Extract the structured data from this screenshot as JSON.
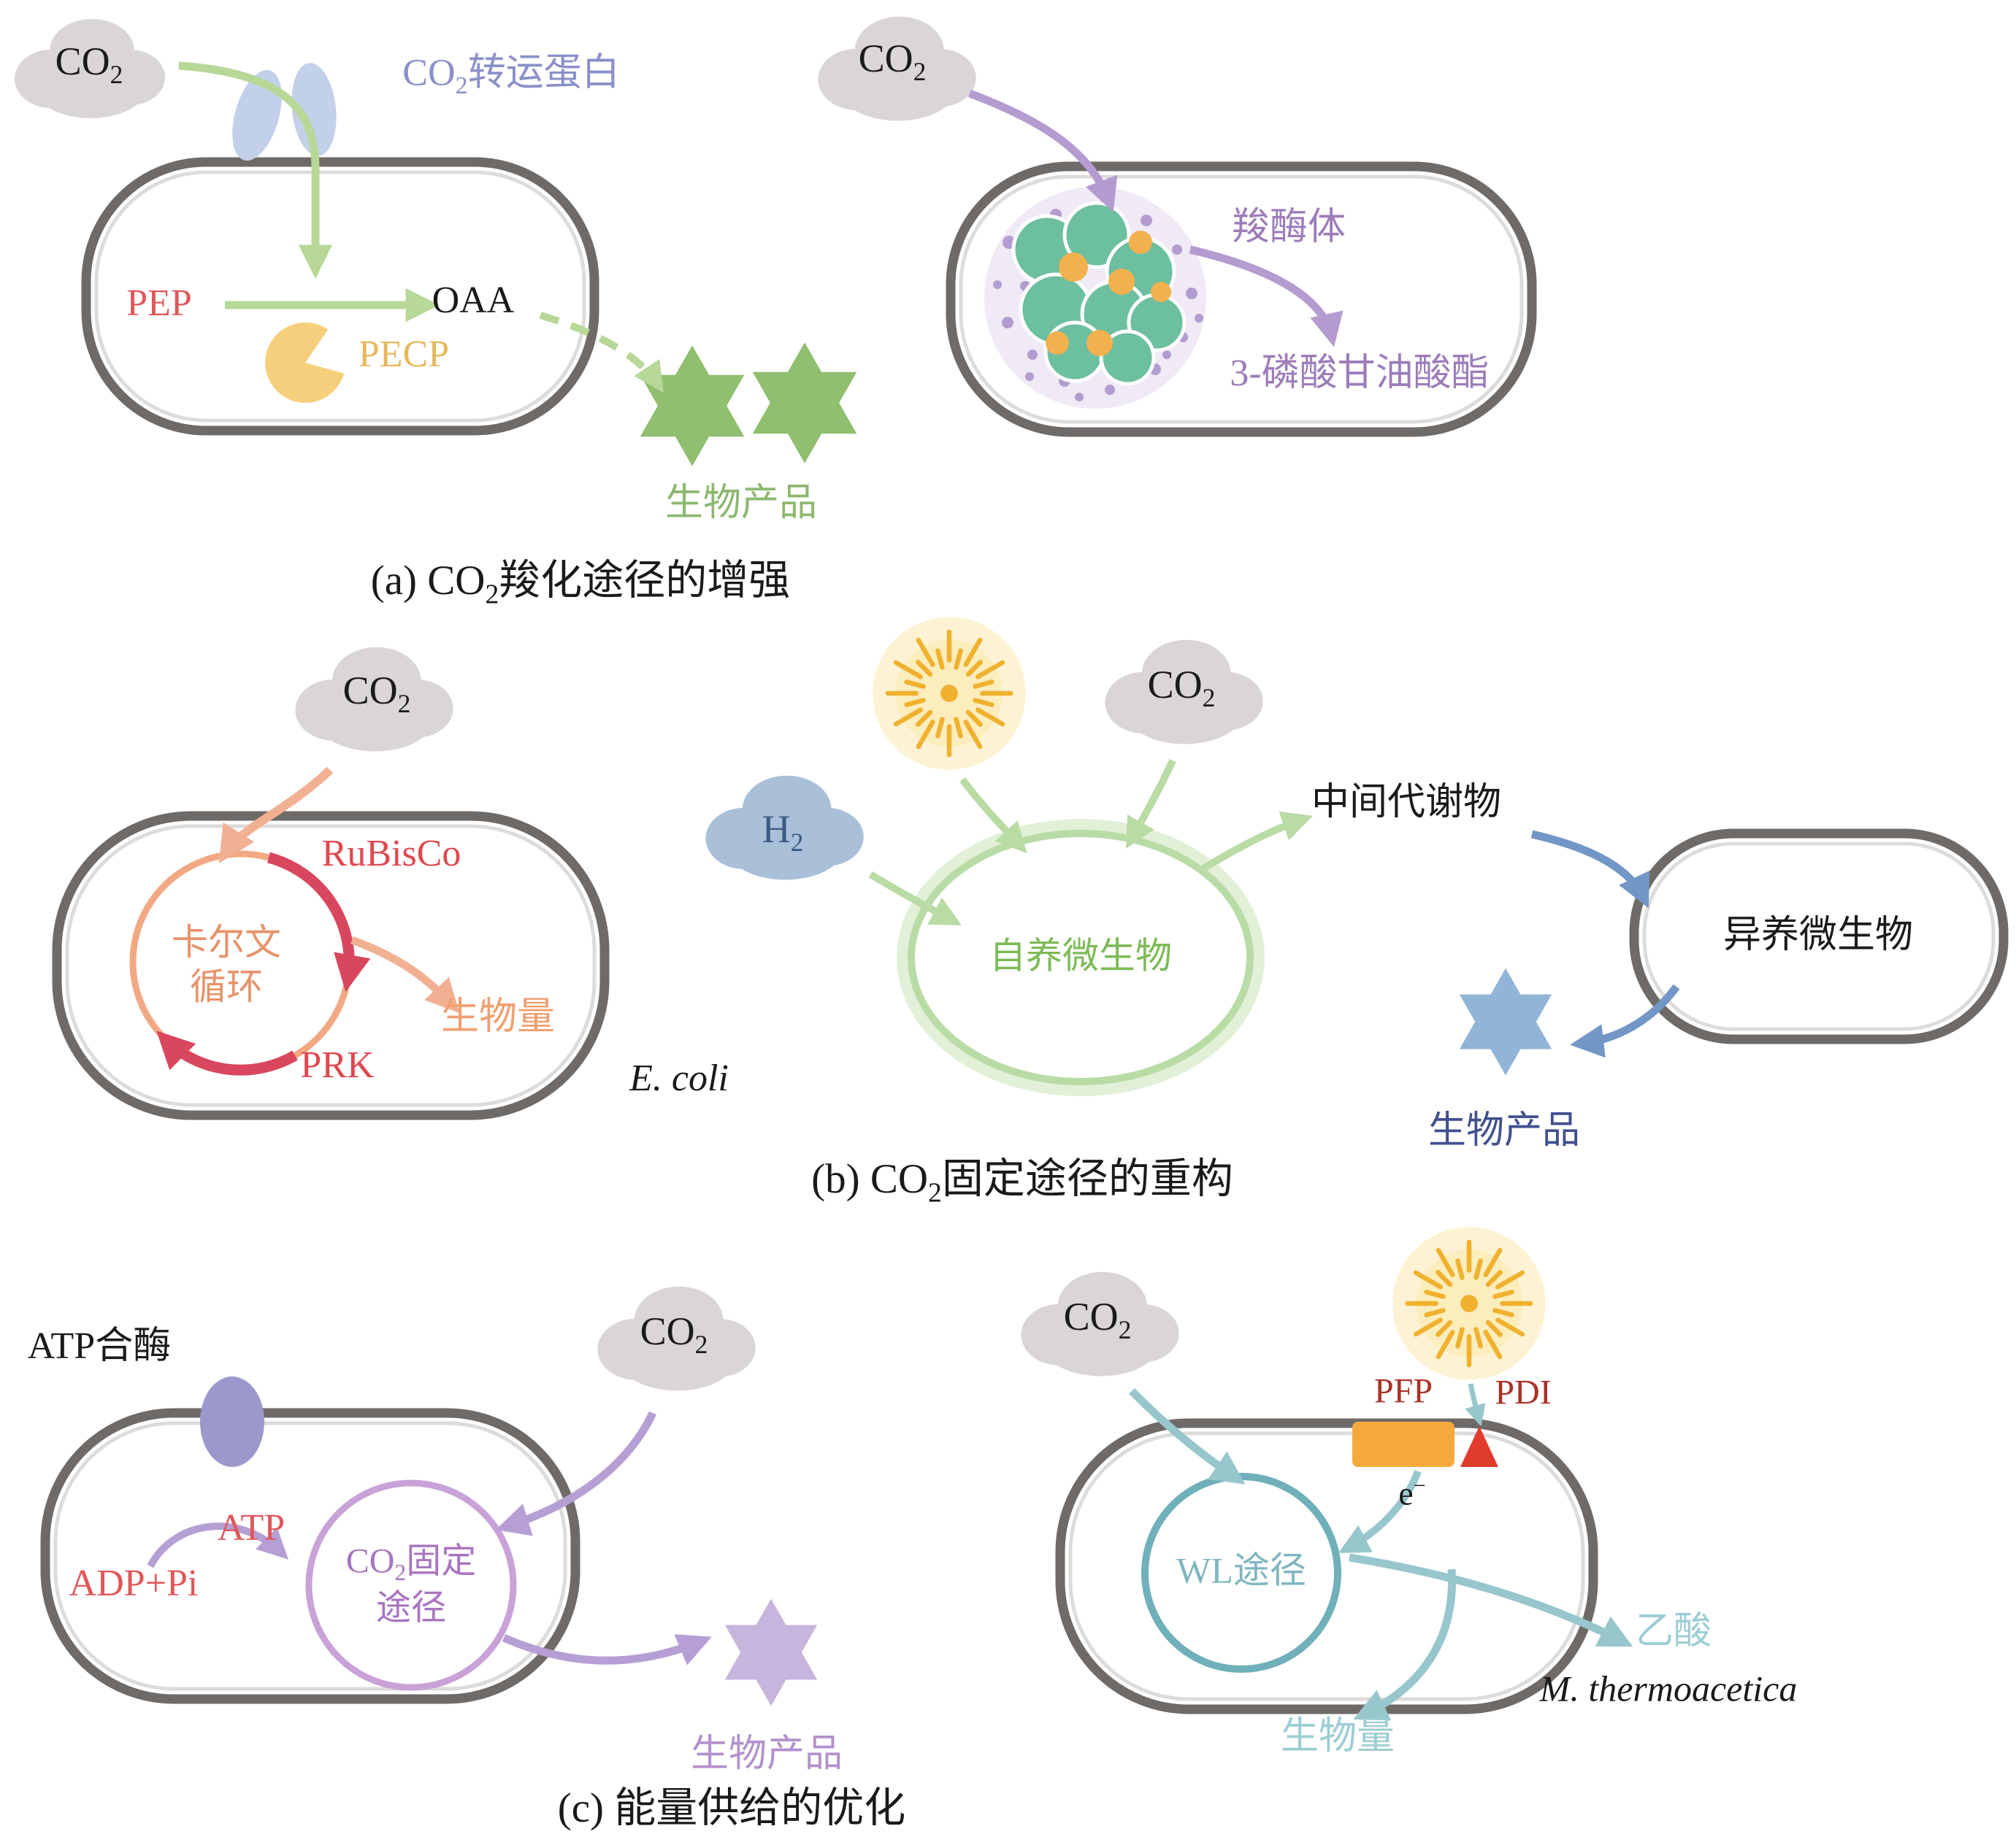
{
  "colors": {
    "membrane": "#6e6a67",
    "cloud_gray": "#d9d6d5",
    "cloud_blue": "#a9c0d8",
    "arrow_green": "#b7d897",
    "arrow_light_green": "#b9dba4",
    "arrow_purple": "#b49bd0",
    "arrow_salmon": "#f2b093",
    "arrow_blue": "#7296c6",
    "arrow_violet": "#b59fd4",
    "arrow_teal": "#97c6cd",
    "accent_red": "#d9475f",
    "star_green": "#8fbf6f",
    "star_blue": "#92b4d6",
    "star_violet": "#c7b5de",
    "pacman_yellow": "#f6cf7d",
    "pfp_orange": "#f5a93c",
    "pdi_red": "#e03c2e",
    "sun_gold": "#f0b12f"
  },
  "icons": {
    "cloud": "co2-cloud",
    "sun": "light-energy-sun",
    "star": "bioproduct-star",
    "pacman": "enzyme-pacman",
    "carboxysome": "carboxysome-cluster",
    "transporter": "membrane-transporter",
    "atp_synthase": "atp-synthase"
  },
  "common": {
    "co": "CO",
    "sub2": "2"
  },
  "panel_a": {
    "caption": {
      "pre": "(a) CO",
      "sub": "2",
      "post": "羧化途径的增强"
    },
    "left": {
      "transporter": {
        "pre": "CO",
        "sub": "2",
        "post": "转运蛋白"
      },
      "pep": "PEP",
      "oaa": "OAA",
      "pecp": "PECP",
      "bioproduct": "生物产品"
    },
    "right": {
      "carboxysome": "羧酶体",
      "product": "3-磷酸甘油酸酯"
    }
  },
  "panel_b": {
    "caption": {
      "pre": "(b) CO",
      "sub": "2",
      "post": "固定途径的重构"
    },
    "left": {
      "rubisco": "RuBisCo",
      "calvin_line1": "卡尔文",
      "calvin_line2": "循环",
      "prk": "PRK",
      "biomass": "生物量",
      "organism": "E. coli"
    },
    "middle": {
      "h": "H",
      "h_sub": "2",
      "autotroph": "自养微生物",
      "intermediate": "中间代谢物",
      "heterotroph": "异养微生物",
      "bioproduct": "生物产品"
    }
  },
  "panel_c": {
    "caption": "(c) 能量供给的优化",
    "left": {
      "atp_synthase": "ATP合酶",
      "adp_pi": "ADP+Pi",
      "atp": "ATP",
      "cycle_pre": "CO",
      "cycle_sub": "2",
      "cycle_post": "固定",
      "cycle_line2": "途径",
      "bioproduct": "生物产品"
    },
    "right": {
      "pfp": "PFP",
      "pdi": "PDI",
      "e": "e",
      "e_sup": "−",
      "wl": "WL途径",
      "acetate": "乙酸",
      "biomass": "生物量",
      "organism": "M. thermoacetica"
    }
  }
}
